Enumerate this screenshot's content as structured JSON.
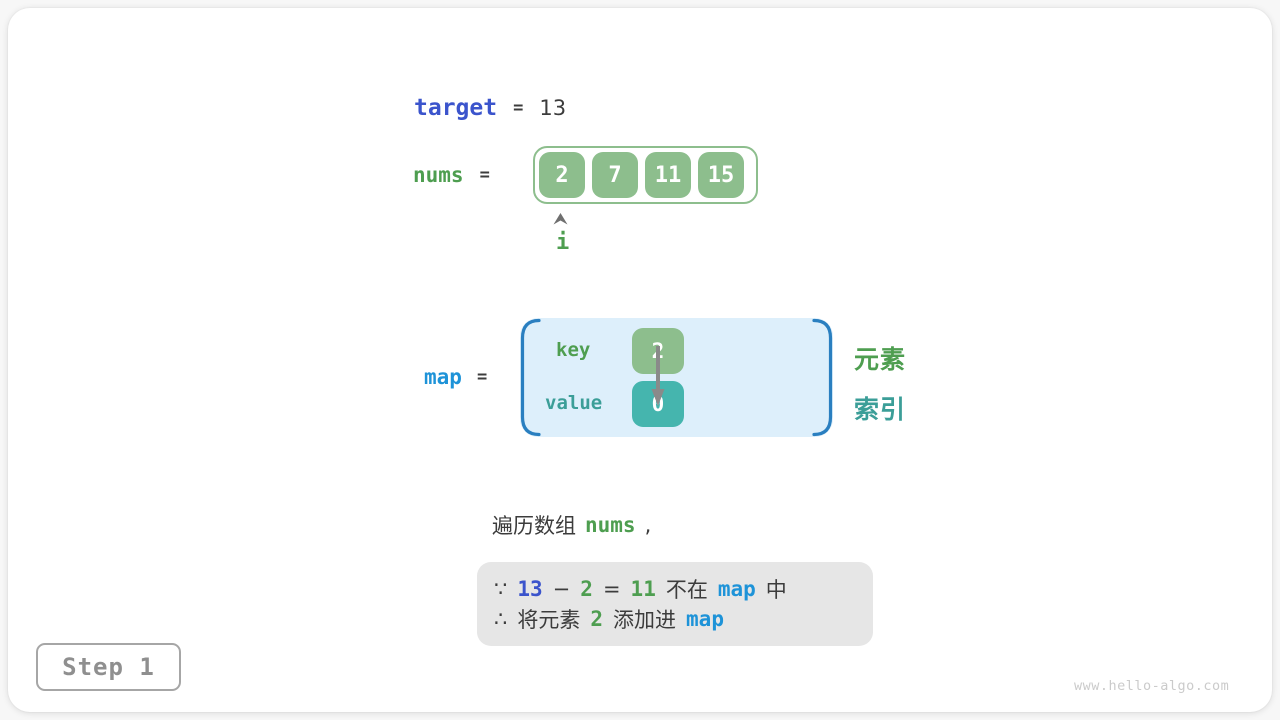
{
  "colors": {
    "green_box": "#8dbe8d",
    "green_text": "#4e9e50",
    "teal_box": "#45b5ae",
    "teal_text": "#3b9e98",
    "royal_blue": "#3b54cc",
    "azure_blue": "#1e93d8",
    "dark_text": "#3c3c3c",
    "map_fill": "#ddeffb",
    "map_bracket": "#2a7fc0",
    "note_bg": "#e6e6e6",
    "arrow_gray": "#8a8a8a"
  },
  "target": {
    "label": "target",
    "equals": "=",
    "value": "13"
  },
  "nums": {
    "label": "nums",
    "equals": "=",
    "values": [
      "2",
      "7",
      "11",
      "15"
    ],
    "pointer_label": "i"
  },
  "map": {
    "label": "map",
    "equals": "=",
    "key_label": "key",
    "key_value": "2",
    "value_label": "value",
    "value_value": "0",
    "element_label": "元素",
    "index_label": "索引"
  },
  "caption": {
    "prefix": "遍历数组",
    "code": "nums",
    "suffix": ","
  },
  "note": {
    "line1": [
      {
        "t": "∵",
        "c": "dark"
      },
      {
        "t": "13",
        "c": "royal"
      },
      {
        "t": "−",
        "c": "dark"
      },
      {
        "t": "2",
        "c": "green"
      },
      {
        "t": "=",
        "c": "dark"
      },
      {
        "t": "11",
        "c": "green"
      },
      {
        "t": "不在",
        "c": "dark"
      },
      {
        "t": "map",
        "c": "azure"
      },
      {
        "t": "中",
        "c": "dark"
      }
    ],
    "line2": [
      {
        "t": "∴",
        "c": "dark"
      },
      {
        "t": "将元素",
        "c": "dark"
      },
      {
        "t": "2",
        "c": "green"
      },
      {
        "t": "添加进",
        "c": "dark"
      },
      {
        "t": "map",
        "c": "azure"
      }
    ]
  },
  "footer": {
    "step_label": "Step 1",
    "watermark": "www.hello-algo.com"
  }
}
